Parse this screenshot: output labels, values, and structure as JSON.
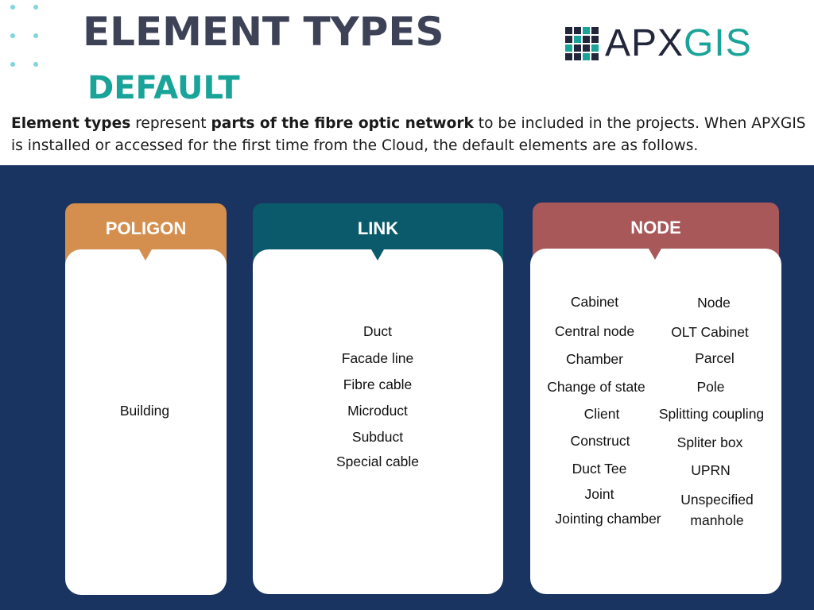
{
  "header": {
    "title": "ELEMENT TYPES",
    "subtitle": "DEFAULT",
    "logo": {
      "left": "APX",
      "right": "GIS",
      "accent": "#1aa399",
      "dark": "#22263a"
    }
  },
  "intro": {
    "bold_1": "Element types",
    "text_1": " represent ",
    "bold_2": "parts of the fibre optic network",
    "text_2": " to be included in the projects. When APXGIS is installed or accessed for the first time from the Cloud, the default elements are as follows."
  },
  "colors": {
    "panel": "#1a3462",
    "poligon": "#d48f4e",
    "link": "#0a5a6b",
    "node": "#a9585a"
  },
  "cards": {
    "poligon": {
      "title": "POLIGON",
      "items": [
        "Building"
      ]
    },
    "link": {
      "title": "LINK",
      "items": [
        "Duct",
        "Facade line",
        "Fibre cable",
        "Microduct",
        "Subduct",
        "Special cable"
      ]
    },
    "node": {
      "title": "NODE",
      "left_items": [
        "Cabinet",
        "Central node",
        "Chamber",
        "Change of state",
        "Client",
        "Construct",
        "Duct Tee",
        "Joint",
        "Jointing chamber"
      ],
      "right_items": [
        "Node",
        "OLT Cabinet",
        "Parcel",
        "Pole",
        "Splitting coupling",
        "Spliter box",
        "UPRN",
        "Unspecified",
        "manhole"
      ]
    }
  }
}
